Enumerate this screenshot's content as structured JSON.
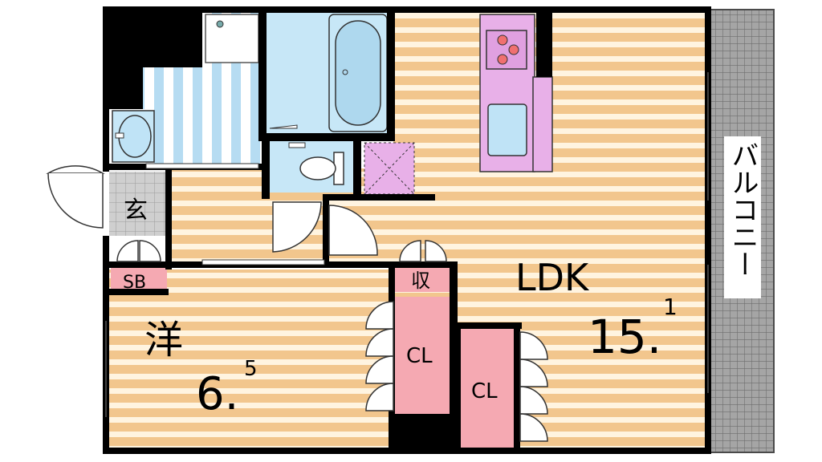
{
  "rooms": {
    "ldk": {
      "name": "LDK",
      "size_main": "15.",
      "size_frac": "1"
    },
    "western": {
      "name": "洋",
      "size_main": "6.",
      "size_frac": "5"
    },
    "entrance": {
      "label": "玄"
    },
    "shoe_box": {
      "label": "SB"
    },
    "storage": {
      "label": "収"
    },
    "closet_1": {
      "label": "CL"
    },
    "closet_2": {
      "label": "CL"
    },
    "balcony": {
      "label": "バルコニー"
    }
  },
  "colors": {
    "wall": "#000000",
    "floor_stripe_a": "#f2c68d",
    "floor_stripe_b": "#fff4e0",
    "water_area": "#c7e7f7",
    "kitchen": "#e8b0e8",
    "closet": "#f5a9b2",
    "balcony": "#9a9a9a"
  },
  "icons": [
    "stove-icon",
    "sink-icon",
    "bathtub-icon",
    "toilet-icon",
    "washbasin-icon",
    "door-swing-icon"
  ]
}
